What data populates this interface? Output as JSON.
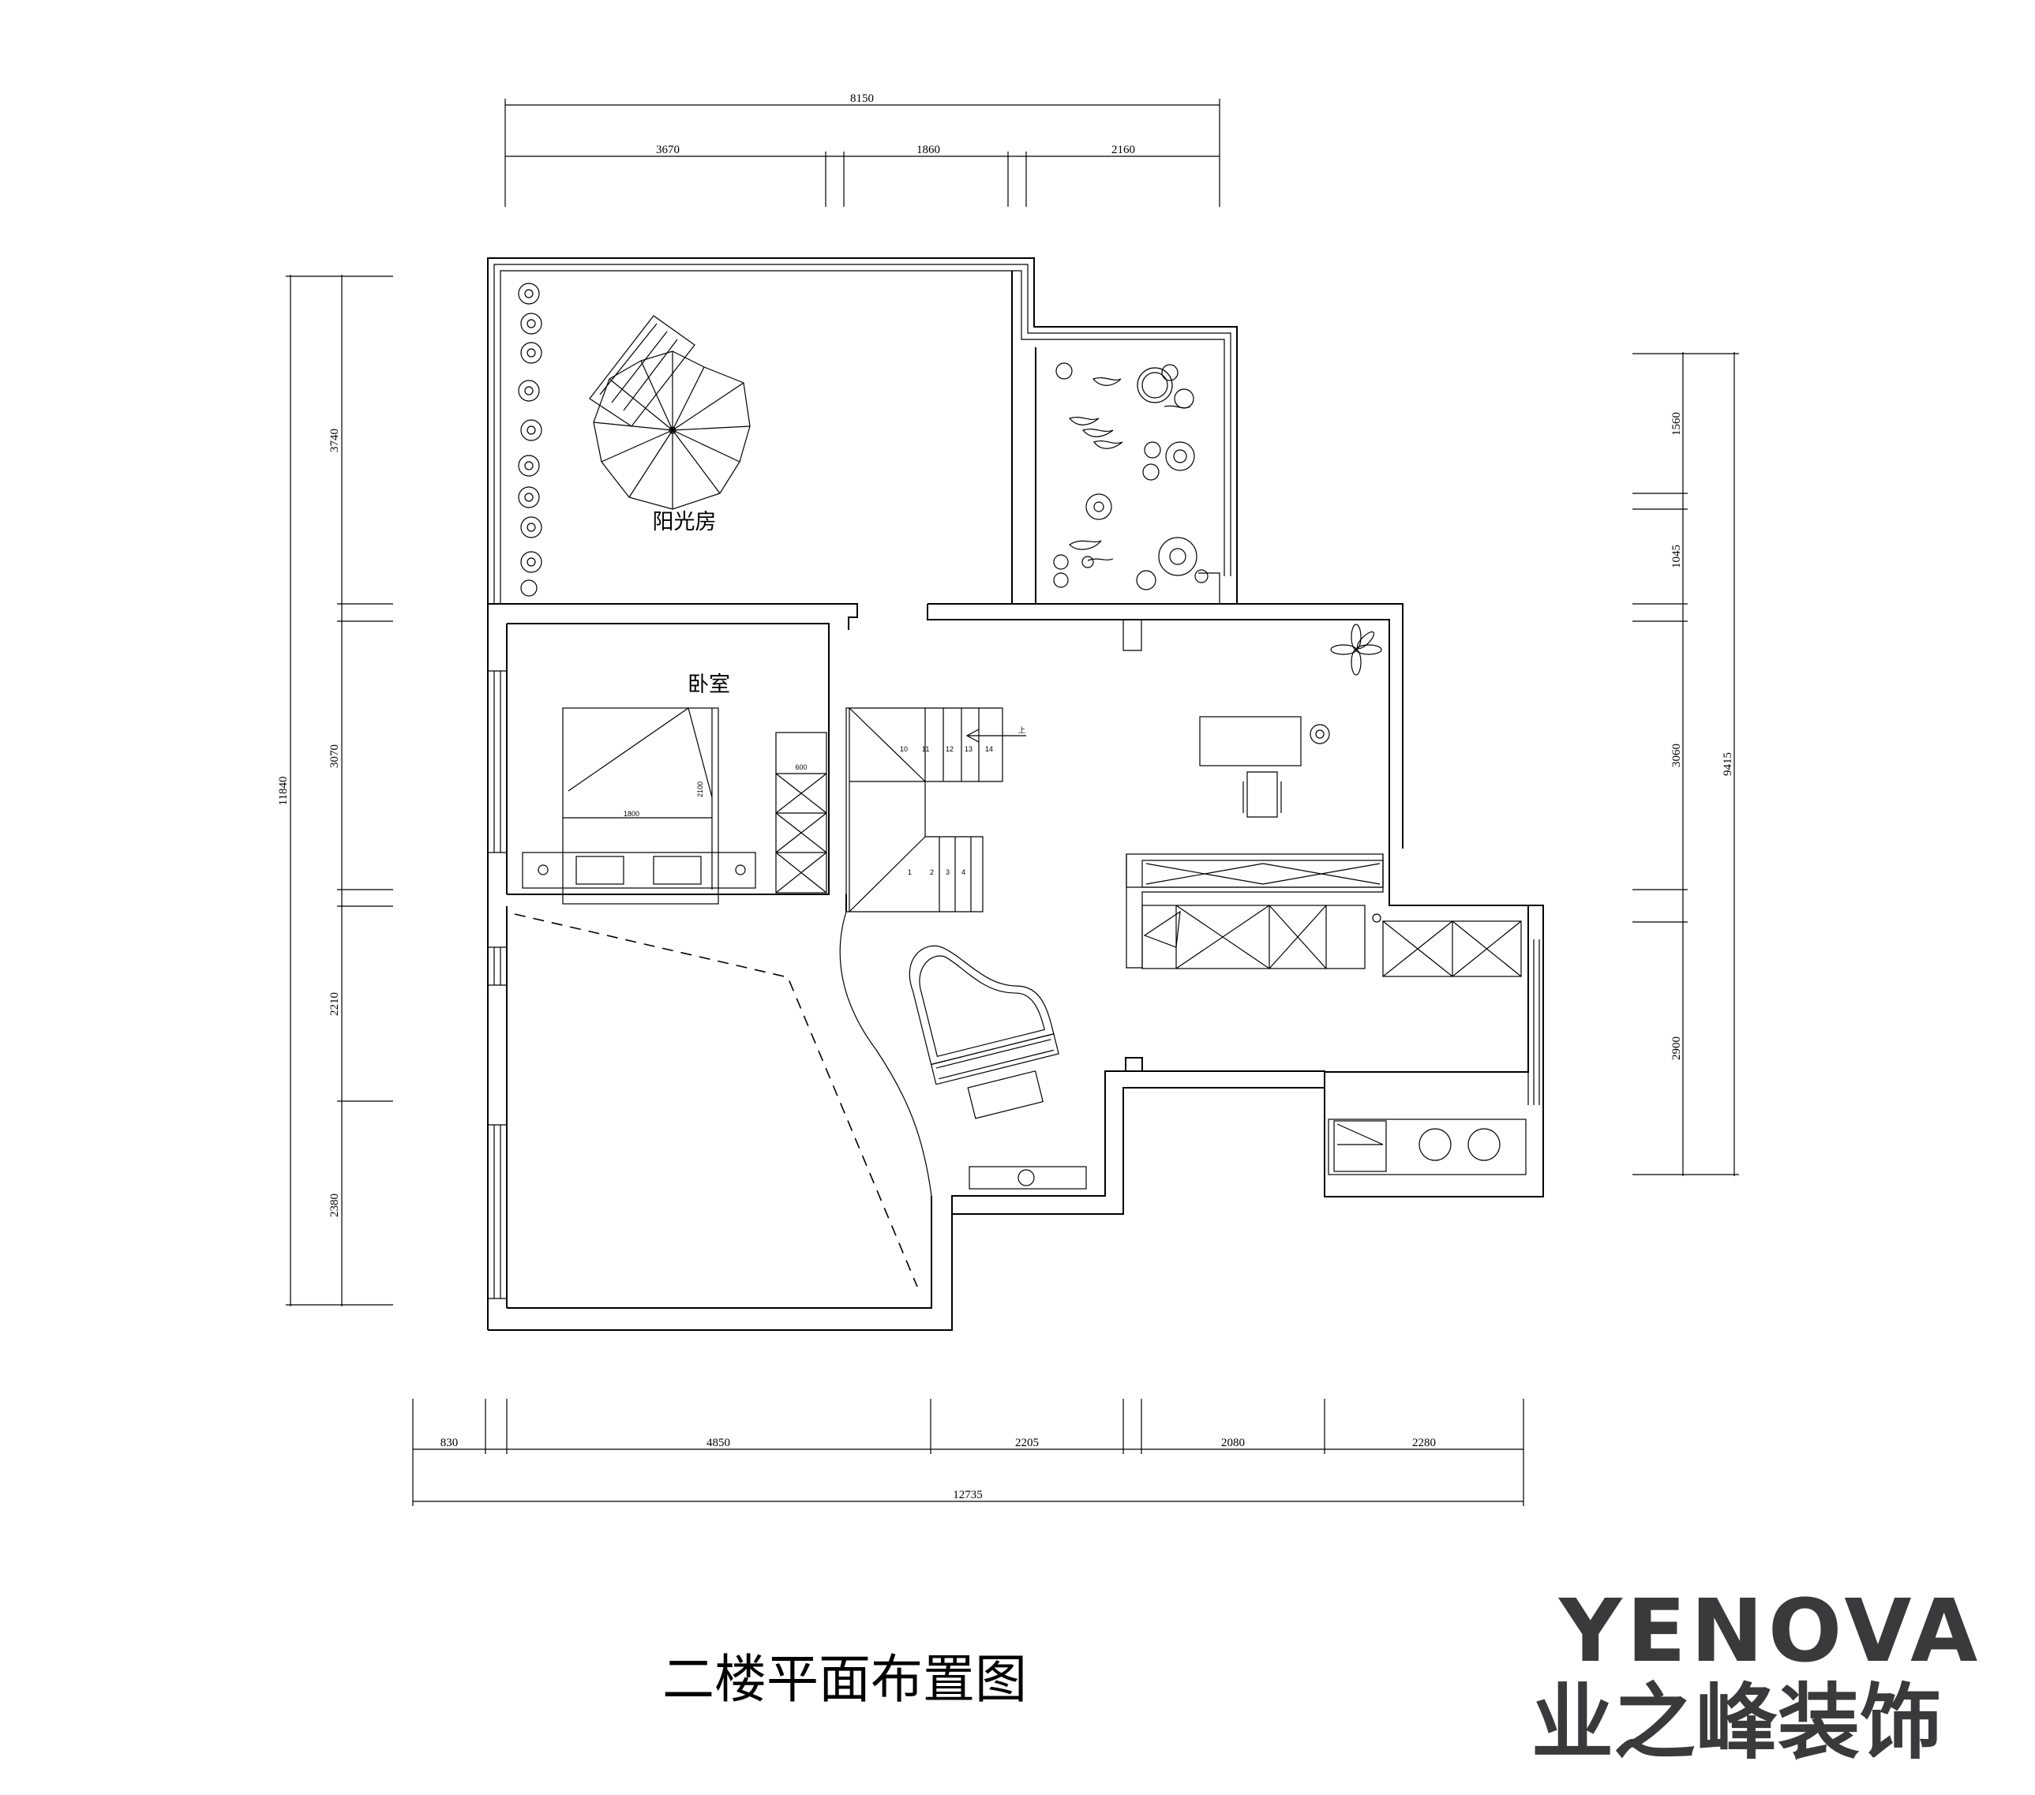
{
  "drawing": {
    "title": "二楼平面布置图",
    "rooms": {
      "sunroom": "阳光房",
      "bedroom": "卧室"
    },
    "dimensions": {
      "top_total": "8150",
      "top_1": "3670",
      "top_2": "1860",
      "top_3": "2160",
      "left_total": "11840",
      "left_1": "3740",
      "left_2": "3070",
      "left_3": "2210",
      "left_4": "2380",
      "right_total": "9415",
      "right_1": "1560",
      "right_2": "1045",
      "right_3": "3060",
      "right_4": "2900",
      "bottom_1": "830",
      "bottom_2": "4850",
      "bottom_3": "2205",
      "bottom_4": "2080",
      "bottom_5": "2280",
      "bottom_total": "12735"
    },
    "furniture_labels": {
      "bed_width": "1800",
      "bed_length": "2100",
      "wardrobe_depth": "600",
      "stair_steps_upper": [
        "10",
        "11",
        "12",
        "13",
        "14"
      ],
      "stair_steps_lower": [
        "1",
        "2",
        "3",
        "4"
      ],
      "stair_up": "上"
    }
  },
  "brand": {
    "name_en": "YENOVA",
    "name_cn": "业之峰装饰",
    "color": "#3a3a3c"
  }
}
